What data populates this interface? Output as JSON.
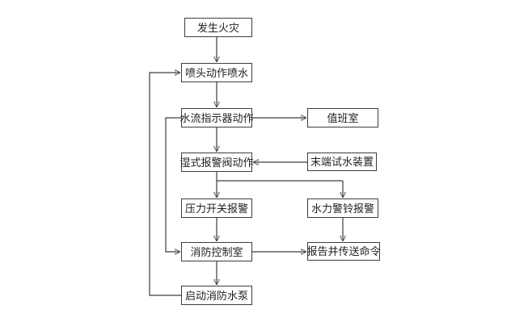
{
  "diagram": {
    "type": "flowchart",
    "language": "zh-CN",
    "nodes": {
      "fire": {
        "label": "发生火灾"
      },
      "sprinkler": {
        "label": "喷头动作喷水"
      },
      "flow_indicator": {
        "label": "水流指示器动作"
      },
      "duty_room": {
        "label": "值班室"
      },
      "wet_valve": {
        "label": "湿式报警阀动作"
      },
      "end_test": {
        "label": "末端试水装置"
      },
      "pressure_switch": {
        "label": "压力开关报警"
      },
      "hydraulic_bell": {
        "label": "水力警铃报警"
      },
      "control_room": {
        "label": "消防控制室"
      },
      "report": {
        "label": "报告并传送命令"
      },
      "start_pump": {
        "label": "启动消防水泵"
      }
    },
    "edges": [
      {
        "from": "发生火灾",
        "to": "喷头动作喷水"
      },
      {
        "from": "喷头动作喷水",
        "to": "水流指示器动作"
      },
      {
        "from": "水流指示器动作",
        "to": "值班室"
      },
      {
        "from": "水流指示器动作",
        "to": "湿式报警阀动作"
      },
      {
        "from": "水流指示器动作",
        "to": "消防控制室"
      },
      {
        "from": "末端试水装置",
        "to": "湿式报警阀动作"
      },
      {
        "from": "湿式报警阀动作",
        "to": "压力开关报警"
      },
      {
        "from": "湿式报警阀动作",
        "to": "水力警铃报警"
      },
      {
        "from": "压力开关报警",
        "to": "消防控制室"
      },
      {
        "from": "水力警铃报警",
        "to": "报告并传送命令"
      },
      {
        "from": "消防控制室",
        "to": "报告并传送命令"
      },
      {
        "from": "消防控制室",
        "to": "启动消防水泵"
      },
      {
        "from": "启动消防水泵",
        "to": "喷头动作喷水"
      }
    ],
    "colors": {
      "line": "#3d3d3d",
      "box_border": "#3d3d3d",
      "box_fill": "#ffffff",
      "text": "#1f1f1f",
      "background": "#ffffff"
    }
  }
}
